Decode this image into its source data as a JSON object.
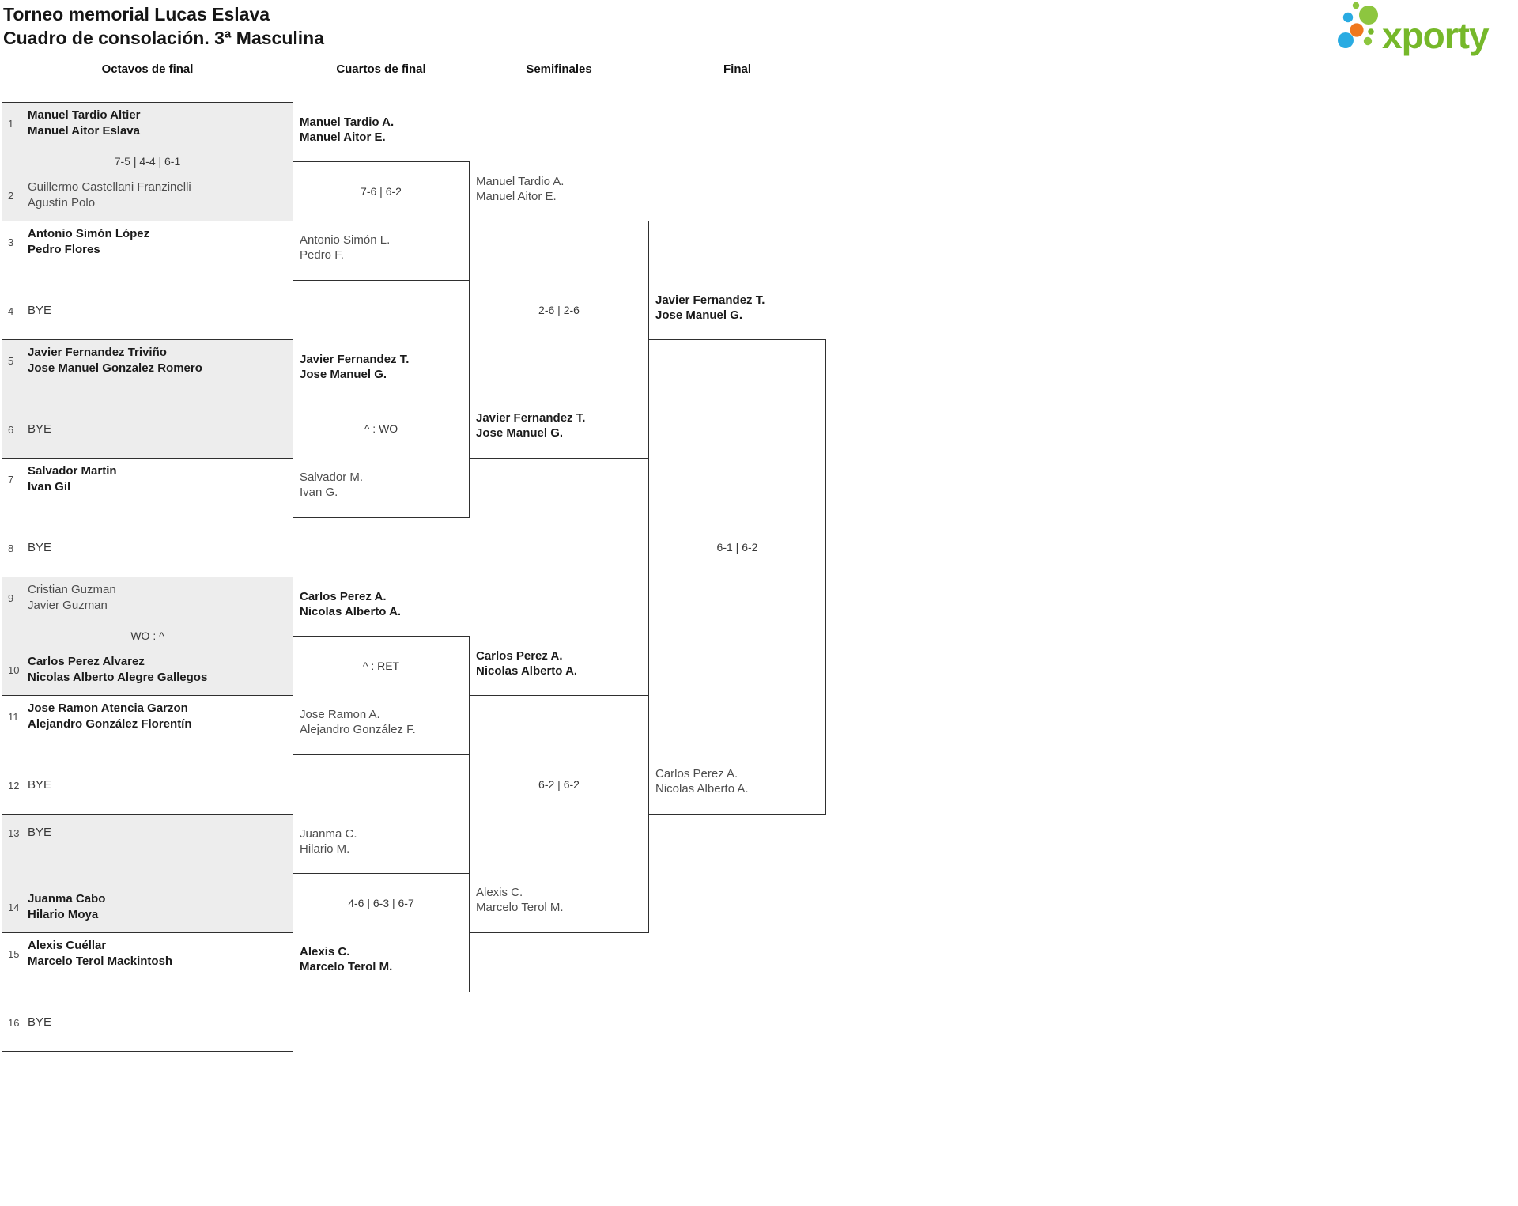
{
  "page": {
    "title_line1": "Torneo memorial Lucas Eslava",
    "title_line2": "Cuadro de consolación. 3ª Masculina"
  },
  "logo": {
    "text": "xporty"
  },
  "round_headers": {
    "octavos": "Octavos de final",
    "cuartos": "Cuartos de final",
    "semifinales": "Semifinales",
    "final": "Final"
  },
  "colors": {
    "brand_green": "#76b82a",
    "brand_light_green": "#8dc63f",
    "brand_blue": "#29abe2",
    "brand_orange": "#f0781e",
    "alt_block_bg": "#ededed",
    "line": "#2f2f2f",
    "winner_text": "#1b1b1b",
    "loser_text": "#4d4d4d"
  },
  "bracket": {
    "octavos": [
      {
        "seed_top": "1",
        "top_line1": "Manuel Tardio Altier",
        "top_line2": "Manuel Aitor Eslava",
        "score": "7-5 | 4-4 | 6-1",
        "seed_bottom": "2",
        "bottom_line1": "Guillermo Castellani Franzinelli",
        "bottom_line2": "Agustín Polo"
      },
      {
        "seed_top": "3",
        "top_line1": "Antonio Simón López",
        "top_line2": "Pedro Flores",
        "seed_bottom": "4",
        "bottom_bye": "BYE"
      },
      {
        "seed_top": "5",
        "top_line1": "Javier Fernandez Triviño",
        "top_line2": "Jose Manuel Gonzalez Romero",
        "seed_bottom": "6",
        "bottom_bye": "BYE"
      },
      {
        "seed_top": "7",
        "top_line1": "Salvador Martin",
        "top_line2": "Ivan Gil",
        "seed_bottom": "8",
        "bottom_bye": "BYE"
      },
      {
        "seed_top": "9",
        "top_line1": "Cristian Guzman",
        "top_line2": "Javier Guzman",
        "score": "WO : ^",
        "seed_bottom": "10",
        "bottom_line1": "Carlos Perez Alvarez",
        "bottom_line2": "Nicolas Alberto Alegre Gallegos"
      },
      {
        "seed_top": "11",
        "top_line1": "Jose Ramon Atencia Garzon",
        "top_line2": "Alejandro González Florentín",
        "seed_bottom": "12",
        "bottom_bye": "BYE"
      },
      {
        "seed_top": "13",
        "top_bye": "BYE",
        "seed_bottom": "14",
        "bottom_line1": "Juanma Cabo",
        "bottom_line2": "Hilario Moya"
      },
      {
        "seed_top": "15",
        "top_line1": "Alexis Cuéllar",
        "top_line2": "Marcelo Terol Mackintosh",
        "seed_bottom": "16",
        "bottom_bye": "BYE"
      }
    ],
    "cuartos": [
      {
        "top_line1": "Manuel Tardio A.",
        "top_line2": "Manuel Aitor E.",
        "score": "7-6 | 6-2",
        "bottom_line1": "Antonio Simón L.",
        "bottom_line2": "Pedro F."
      },
      {
        "top_line1": "Javier Fernandez T.",
        "top_line2": "Jose Manuel G.",
        "score": "^ : WO",
        "bottom_line1": "Salvador M.",
        "bottom_line2": "Ivan G."
      },
      {
        "top_line1": "Carlos Perez A.",
        "top_line2": "Nicolas Alberto A.",
        "score": "^ : RET",
        "bottom_line1": "Jose Ramon A.",
        "bottom_line2": "Alejandro González F."
      },
      {
        "top_line1": "Juanma C.",
        "top_line2": "Hilario M.",
        "score": "4-6 | 6-3 | 6-7",
        "bottom_line1": "Alexis C.",
        "bottom_line2": "Marcelo Terol M."
      }
    ],
    "semifinales": [
      {
        "top_line1": "Manuel Tardio A.",
        "top_line2": "Manuel Aitor E.",
        "score": "2-6 | 2-6",
        "bottom_line1": "Javier Fernandez T.",
        "bottom_line2": "Jose Manuel G."
      },
      {
        "top_line1": "Carlos Perez A.",
        "top_line2": "Nicolas Alberto A.",
        "score": "6-2 | 6-2",
        "bottom_line1": "Alexis C.",
        "bottom_line2": "Marcelo Terol M."
      }
    ],
    "final": {
      "top_line1": "Javier Fernandez T.",
      "top_line2": "Jose Manuel G.",
      "score": "6-1 | 6-2",
      "bottom_line1": "Carlos Perez A.",
      "bottom_line2": "Nicolas Alberto A."
    }
  }
}
